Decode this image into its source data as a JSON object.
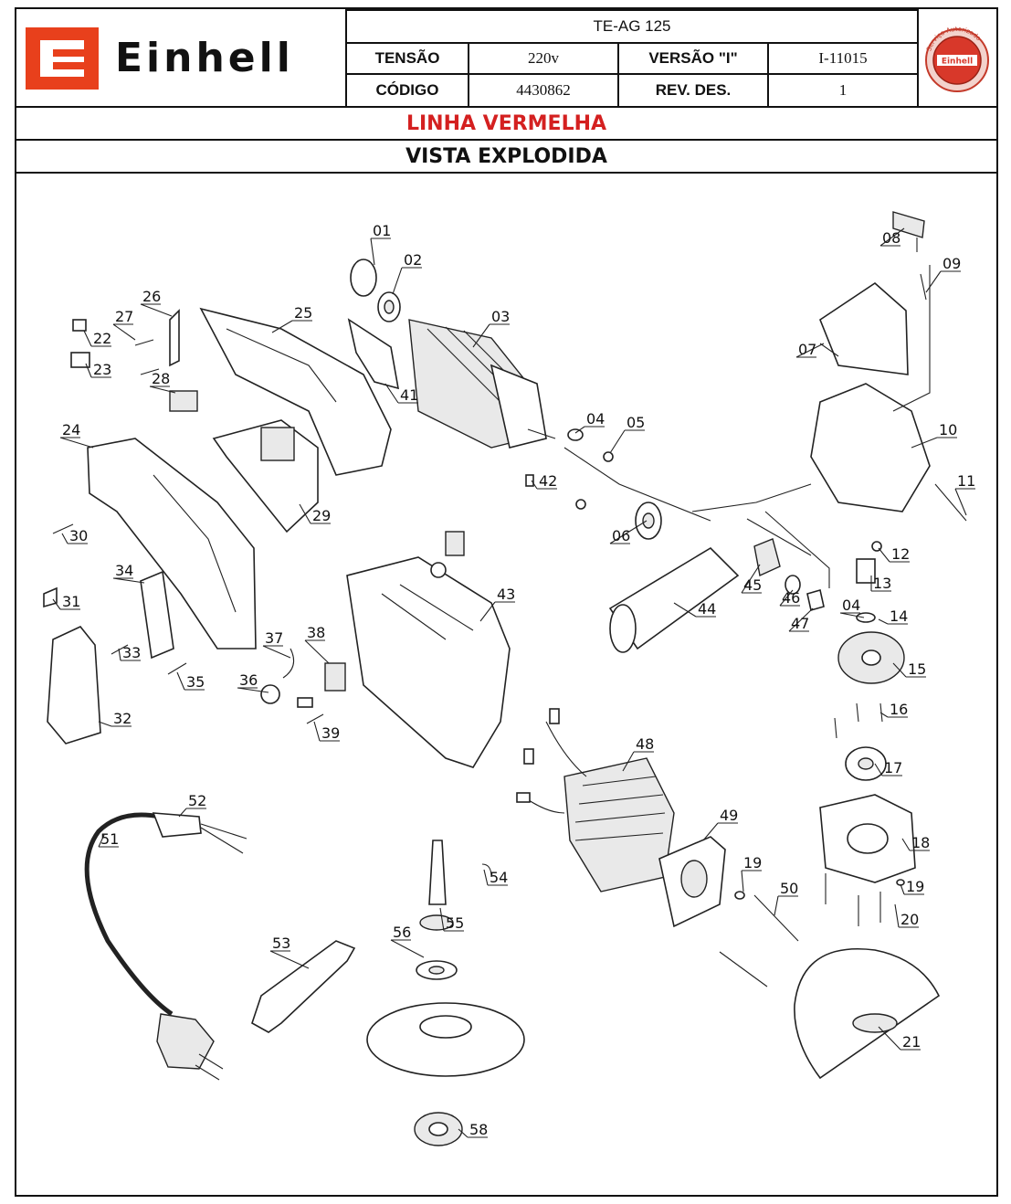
{
  "header": {
    "brand": "Einhell",
    "model": "TE-AG 125",
    "tensao_label": "TENSÃO",
    "tensao_value": "220v",
    "versao_label": "VERSÃO \"I\"",
    "versao_value": "I-11015",
    "codigo_label": "CÓDIGO",
    "codigo_value": "4430862",
    "rev_label": "REV. DES.",
    "rev_value": "1",
    "seal_text": "Serviço Autorizado",
    "seal_brand": "Einhell"
  },
  "line_title": "LINHA VERMELHA",
  "view_title": "VISTA EXPLODIDA",
  "colors": {
    "brand_red": "#e8401c",
    "line_red": "#d42020",
    "border": "#111111"
  },
  "parts": [
    "01",
    "02",
    "03",
    "04",
    "05",
    "06",
    "07",
    "08",
    "09",
    "10",
    "11",
    "12",
    "13",
    "04",
    "14",
    "15",
    "16",
    "17",
    "18",
    "19",
    "19",
    "20",
    "21",
    "22",
    "23",
    "24",
    "25",
    "26",
    "27",
    "28",
    "29",
    "30",
    "31",
    "32",
    "33",
    "34",
    "35",
    "36",
    "37",
    "38",
    "39",
    "41",
    "42",
    "43",
    "44",
    "45",
    "46",
    "47",
    "48",
    "49",
    "50",
    "51",
    "52",
    "53",
    "54",
    "55",
    "56",
    "58"
  ]
}
